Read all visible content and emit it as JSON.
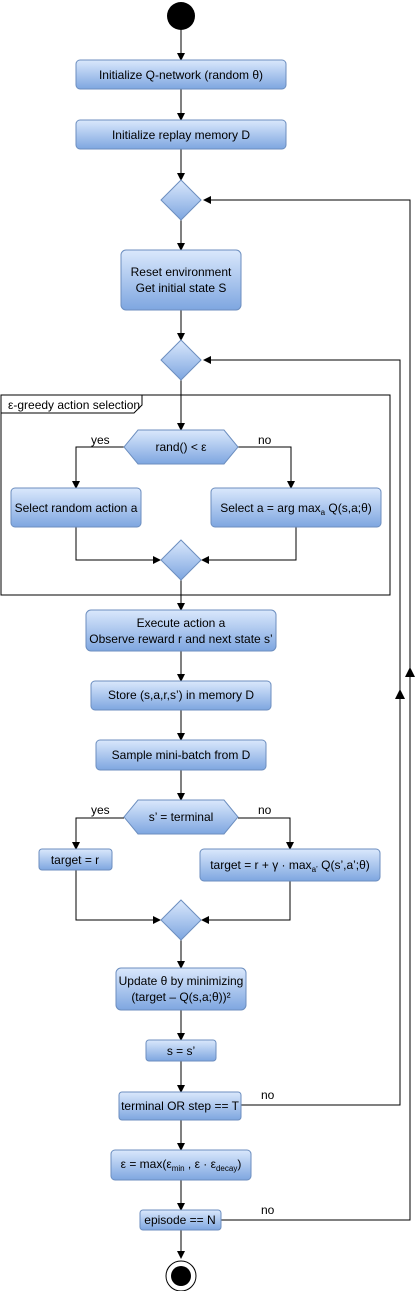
{
  "group_label": "ε-greedy action selection",
  "nodes": {
    "init_q": "Initialize Q-network (random θ)",
    "init_d": "Initialize replay memory D",
    "reset_1": "Reset environment",
    "reset_2": "Get initial state S",
    "rand_cond": "rand() < ε",
    "random_action": "Select random action a",
    "argmax_pre": "Select a = arg max",
    "argmax_sub": "a",
    "argmax_post": " Q(s,a;θ)",
    "execute_1": "Execute action a",
    "execute_2": "Observe reward r and next state s’",
    "store": "Store (s,a,r,s’) in memory D",
    "sample": "Sample mini-batch from D",
    "terminal_cond": "s’ = terminal",
    "target_r": "target = r",
    "target_full_pre": "target = r + γ · max",
    "target_full_sub": "a’",
    "target_full_post": " Q(s’,a’;θ)",
    "update_1": "Update θ by minimizing",
    "update_2": "(target – Q(s,a;θ))²",
    "assign_s": "s = s’",
    "step_check": "terminal OR step == T",
    "eps_pre": "ε = max(ε",
    "eps_sub1": "min",
    "eps_mid": " , ε · ε",
    "eps_sub2": "decay",
    "eps_post": ")",
    "episode_check": "episode == N"
  },
  "edge_labels": {
    "rand_yes": "yes",
    "rand_no": "no",
    "term_yes": "yes",
    "term_no": "no",
    "step_no": "no",
    "episode_no": "no"
  }
}
